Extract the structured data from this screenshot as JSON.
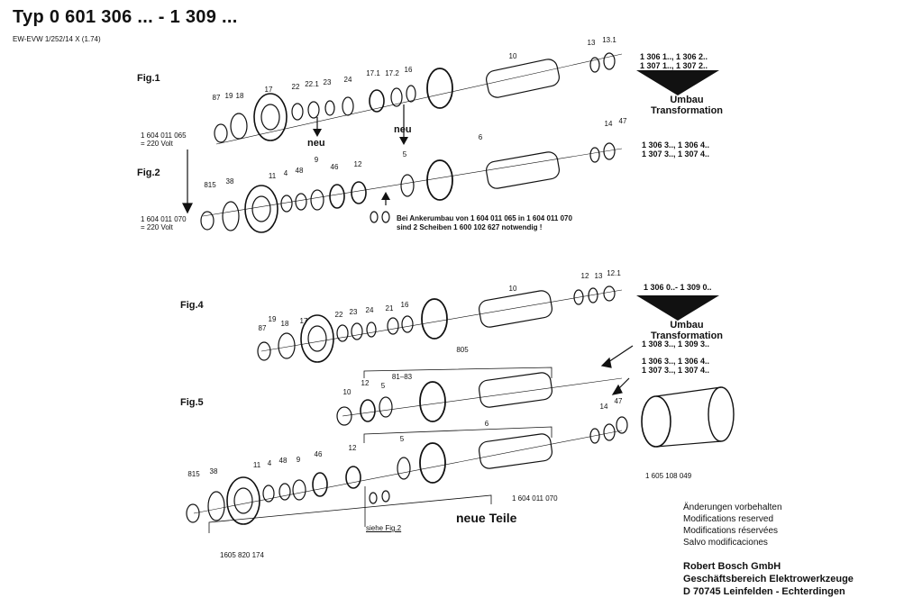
{
  "header": {
    "title": "Typ 0 601 306 ... -  1 309 ...",
    "doc_ref": "EW-EVW 1/252/14 X (1.74)"
  },
  "figures": {
    "fig1": "Fig.1",
    "fig2": "Fig.2",
    "fig4": "Fig.4",
    "fig5": "Fig.5"
  },
  "neu_label": "neu",
  "part_labels": {
    "f1": [
      "87",
      "19",
      "18",
      "17",
      "22",
      "22.1",
      "23",
      "24",
      "17.1",
      "17.2",
      "16",
      "10",
      "13",
      "13.1"
    ],
    "f2": [
      "815",
      "38",
      "11",
      "4",
      "48",
      "9",
      "46",
      "12",
      "5",
      "6",
      "14",
      "47"
    ],
    "f4": [
      "87",
      "19",
      "18",
      "17",
      "22",
      "23",
      "24",
      "21",
      "16",
      "10",
      "12",
      "13",
      "12.1"
    ],
    "f5": [
      "805",
      "10",
      "12",
      "5",
      "81–83",
      "6",
      "14",
      "47",
      "815",
      "38",
      "11",
      "4",
      "48",
      "9",
      "46",
      "12",
      "5"
    ]
  },
  "part_numbers": {
    "p1": "1 604 011 065",
    "p1v": "= 220  Volt",
    "p2": "1 604 011 070",
    "p2v": "= 220  Volt",
    "p3": "1 605 108 049",
    "p4": "1 604 011 070",
    "p5": "1605 820 174"
  },
  "version_codes": {
    "top1": "1 306 1.., 1 306 2..",
    "top2": "1 307 1.., 1 307 2..",
    "mid1": "1 306 3.., 1 306 4..",
    "mid2": "1 307 3.., 1 307 4..",
    "f4top": "1 306 0..- 1 309 0..",
    "f5a": "1 308 3.., 1 309 3..",
    "f5b1": "1 306 3.., 1 306 4..",
    "f5b2": "1 307 3.., 1 307 4.."
  },
  "umbau": {
    "line1": "Umbau",
    "line2": "Transformation"
  },
  "note": {
    "line1": "Bei Ankerumbau von 1 604  011 065  in 1 604 011 070",
    "line2": "sind 2  Scheiben  1 600 102  627  notwendig !"
  },
  "neue_teile": "neue Teile",
  "siehe": "siehe Fig.2",
  "modifications": [
    "Änderungen vorbehalten",
    "Modifications reserved",
    "Modifications réservées",
    "Salvo modificaciones"
  ],
  "company": [
    "Robert Bosch GmbH",
    "Geschäftsbereich Elektrowerkzeuge",
    "D 70745 Leinfelden - Echterdingen"
  ]
}
